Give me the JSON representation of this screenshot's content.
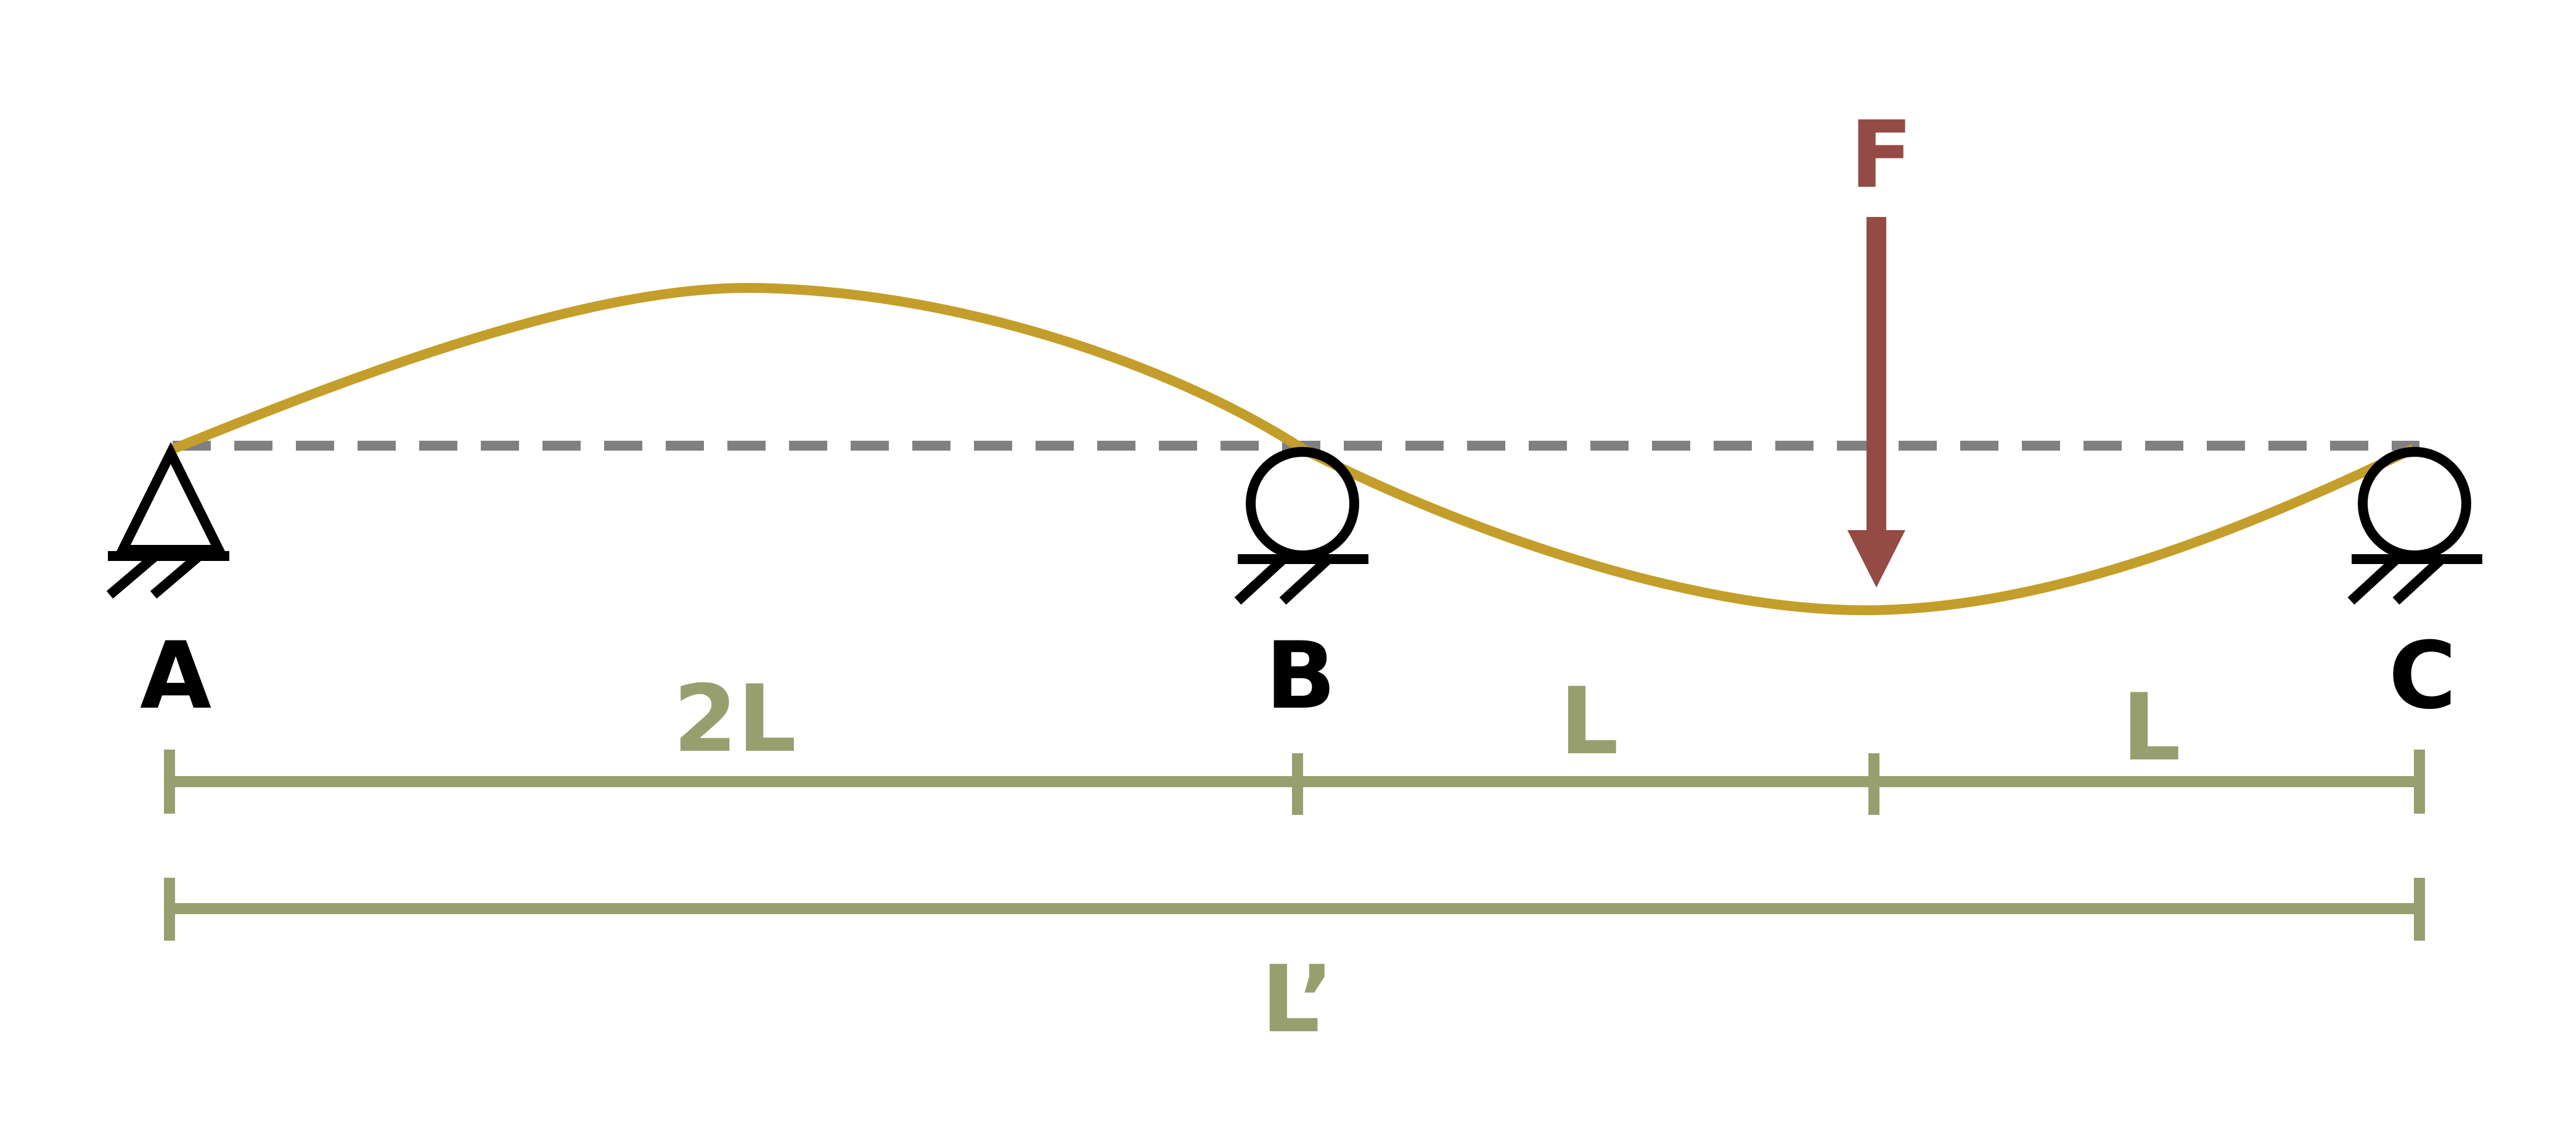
{
  "labels": {
    "support_a": "A",
    "support_b": "B",
    "support_c": "C",
    "force": "F",
    "span_ab": "2L",
    "span_b_load": "L",
    "span_load_c": "L",
    "total_length": "L’"
  },
  "colors": {
    "beam_deflection": "#C49E2A",
    "baseline": "#808080",
    "force": "#944A45",
    "dimension": "#979F6F",
    "support": "#000000",
    "label": "#000000"
  }
}
